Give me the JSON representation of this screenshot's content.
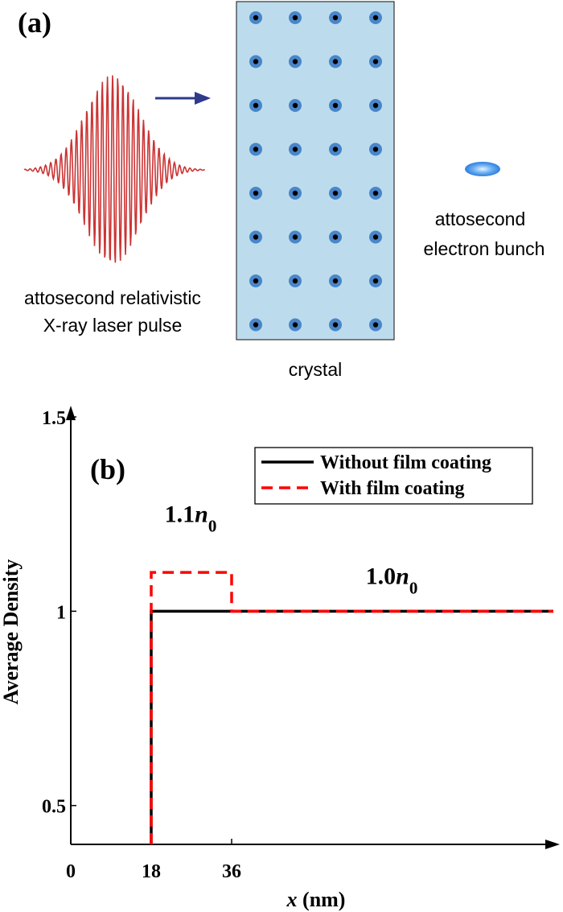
{
  "panel_a": {
    "label": "(a)",
    "pulse_caption": [
      "attosecond relativistic",
      "X-ray laser pulse"
    ],
    "crystal_caption": "crystal",
    "bunch_caption": [
      "attosecond",
      "electron bunch"
    ],
    "colors": {
      "pulse": "#cc3333",
      "arrow": "#2e3a8c",
      "crystal_fill": "#bcdcee",
      "atom_outer": "#4a86c8",
      "atom_core": "#000000",
      "bunch": "#3f8fe6"
    },
    "icons": [
      "laser-pulse-waveform",
      "propagation-arrow",
      "crystal-lattice",
      "electron-bunch-ellipse"
    ]
  },
  "chart_data": {
    "type": "line",
    "panel_label": "(b)",
    "xlabel_var": "x",
    "xlabel_unit": " (nm)",
    "ylabel": "Average Density",
    "xlim": [
      0,
      108
    ],
    "ylim": [
      0.4,
      1.5
    ],
    "x_ticks": [
      0,
      18,
      36
    ],
    "y_ticks": [
      "0.5",
      "1",
      "1.5"
    ],
    "y_tick_values": [
      0.5,
      1,
      1.5
    ],
    "grid": false,
    "legend_position": "top-right",
    "series": [
      {
        "name": "Without film coating",
        "color": "#000000",
        "dash": "solid",
        "points": [
          [
            18,
            0.4
          ],
          [
            18,
            1.0
          ],
          [
            108,
            1.0
          ]
        ]
      },
      {
        "name": "With film coating",
        "color": "#ff0000",
        "dash": "dashed",
        "points": [
          [
            18,
            0.4
          ],
          [
            18,
            1.1
          ],
          [
            36,
            1.1
          ],
          [
            36,
            1.0
          ],
          [
            108,
            1.0
          ]
        ]
      }
    ],
    "annotations": [
      {
        "base": "1.1",
        "var": "n",
        "sub": "0",
        "x": 21,
        "y": 1.23
      },
      {
        "base": "1.0",
        "var": "n",
        "sub": "0",
        "x": 66,
        "y": 1.07
      }
    ]
  }
}
